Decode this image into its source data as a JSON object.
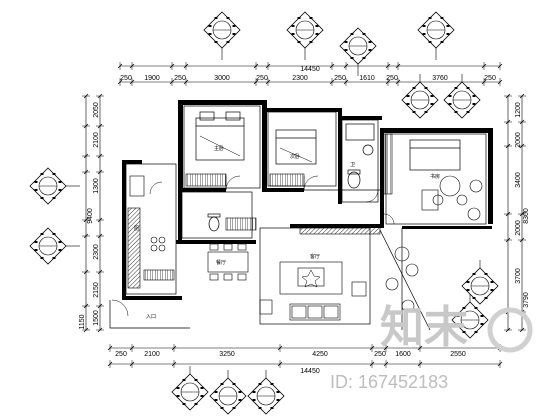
{
  "drawing": {
    "top_total": "14450",
    "top_segments": [
      "250",
      "1900",
      "250",
      "3000",
      "250",
      "2300",
      "250",
      "1610",
      "250",
      "3760",
      "250"
    ],
    "bottom_total": "14450",
    "bottom_segments": [
      "250",
      "2100",
      "3250",
      "4250",
      "250",
      "1600",
      "2550"
    ],
    "left_dims": [
      "2050",
      "2100",
      "1300",
      "9400",
      "2300",
      "2150",
      "1500",
      "1150"
    ],
    "right_dims": [
      "1200",
      "2000",
      "3400",
      "8300",
      "2000",
      "3700",
      "3790"
    ],
    "room_labels": [
      "主卧",
      "次卧",
      "卫",
      "厨",
      "餐厅",
      "客厅",
      "书房",
      "入口"
    ]
  },
  "watermark": {
    "logo": "知末",
    "id_text": "ID: 167452183"
  },
  "icons": {
    "index_marker": "diamond-index-icon"
  }
}
